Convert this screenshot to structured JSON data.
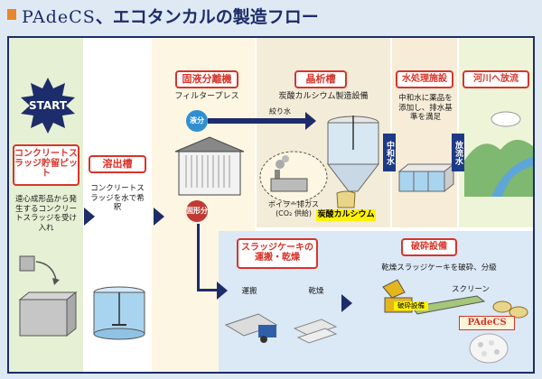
{
  "title": {
    "brand": "PAdeCS",
    "rest": "、エコタンカルの製造フロー"
  },
  "start": "START",
  "col1": {
    "label": "コンクリートスラッジ貯留ピット",
    "desc": "遠心成形品から発生するコンクリートスラッジを受け入れ"
  },
  "col2": {
    "label": "溶出槽",
    "desc": "コンクリートスラッジを水で希釈"
  },
  "col3": {
    "label": "固液分離機",
    "sub": "フィルタープレス",
    "liquid": "液分",
    "solid": "固形分"
  },
  "flow_label": "絞り水",
  "col4": {
    "label": "晶析槽",
    "sub": "炭酸カルシウム製造設備",
    "boiler": "ボイラー排ガス",
    "boiler2": "(CO₂ 供給)",
    "product": "炭酸カルシウム"
  },
  "col5": {
    "label": "水処理施設",
    "desc": "中和水に薬品を添加し、排水基準を満足",
    "tag": "中和水"
  },
  "col6": {
    "label": "河川へ放流",
    "tag": "放流水"
  },
  "sludge": {
    "label": "スラッジケーキの運搬・乾燥",
    "transport": "運搬",
    "dry": "乾燥"
  },
  "crush": {
    "label": "破砕設備",
    "desc": "乾燥スラッジケーキを破砕、分級",
    "screen": "スクリーン",
    "machine": "破砕設備",
    "product": "PAdeCS"
  },
  "colors": {
    "navy": "#1d2c6a",
    "red": "#d8342a",
    "yellow": "#fff200"
  }
}
